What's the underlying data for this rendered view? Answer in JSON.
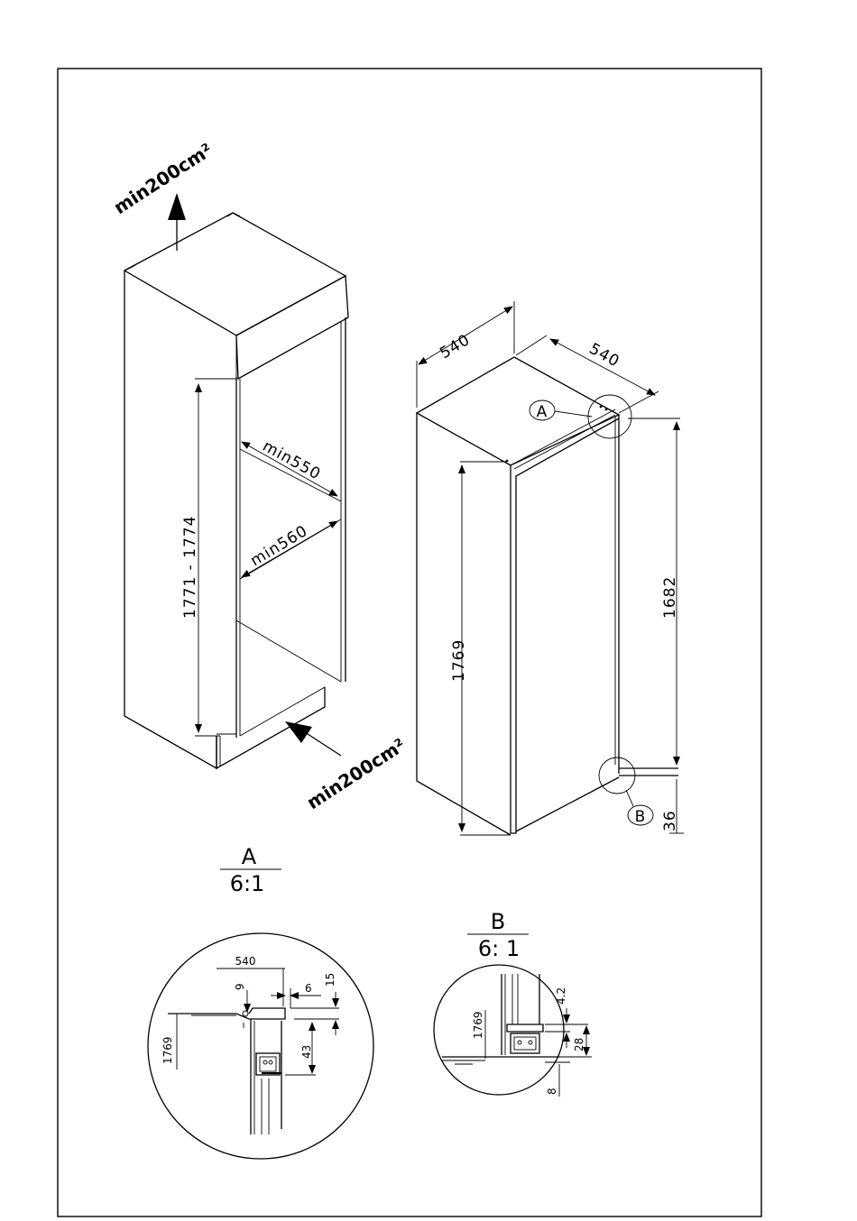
{
  "installation": {
    "vent_top": "min200cm²",
    "vent_bottom": "min200cm²",
    "niche_height": "1771 - 1774",
    "niche_depth": "min550",
    "niche_width": "min560"
  },
  "appliance": {
    "width": "540",
    "depth": "540",
    "height": "1769",
    "door_height": "1682",
    "bottom_offset": "36",
    "callout_a": "A",
    "callout_b": "B"
  },
  "detail_a": {
    "letter": "A",
    "scale": "6:1",
    "dim_540": "540",
    "dim_9": "9",
    "dim_6": "6",
    "dim_15": "15",
    "dim_43": "43",
    "dim_1769": "1769"
  },
  "detail_b": {
    "letter": "B",
    "scale": "6: 1",
    "dim_1769": "1769",
    "dim_4_2": "4.2",
    "dim_28": "28",
    "dim_8": "8"
  }
}
